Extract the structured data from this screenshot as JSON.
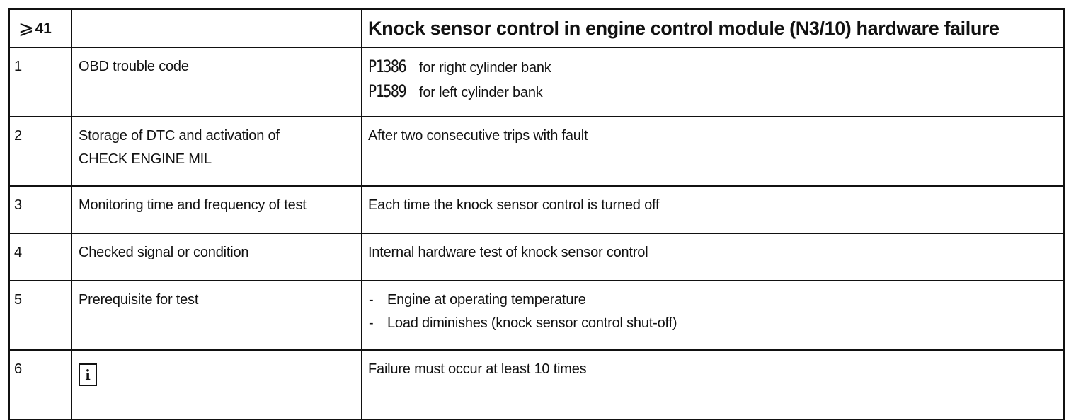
{
  "header": {
    "ref_symbol": "⩾",
    "ref_number": "41",
    "title": "Knock sensor control in engine control module (N3/10) hardware failure"
  },
  "rows": [
    {
      "num": "1",
      "label": "OBD trouble code",
      "codes": [
        {
          "code": "P1386",
          "text": "for right cylinder bank"
        },
        {
          "code": "P1589",
          "text": "for left cylinder bank"
        }
      ]
    },
    {
      "num": "2",
      "label_lines": [
        "Storage of DTC and activation of",
        "CHECK ENGINE MIL"
      ],
      "value": "After two consecutive trips with fault"
    },
    {
      "num": "3",
      "label": "Monitoring time and frequency of test",
      "value": "Each time the knock sensor control is turned off"
    },
    {
      "num": "4",
      "label": "Checked signal or condition",
      "value": "Internal hardware test of knock sensor control"
    },
    {
      "num": "5",
      "label": "Prerequisite for test",
      "bullet_char": "-",
      "bullets": [
        "Engine at operating temperature",
        "Load diminishes (knock sensor control shut-off)"
      ]
    },
    {
      "num": "6",
      "info_icon_char": "i",
      "value": "Failure must occur at least 10 times"
    }
  ]
}
